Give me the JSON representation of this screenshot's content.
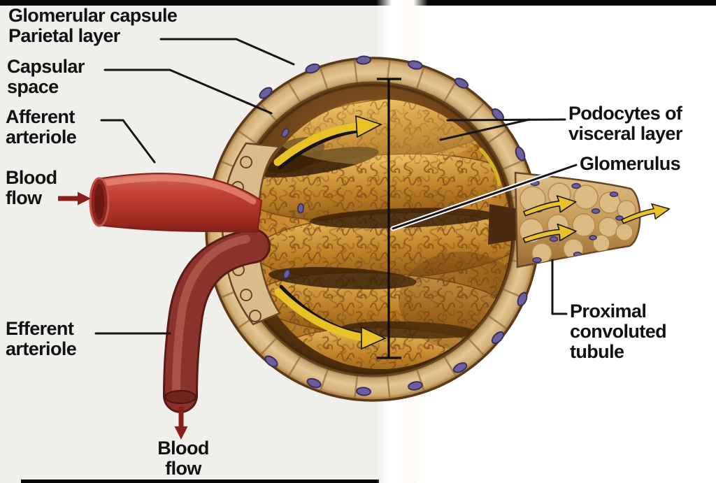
{
  "figure": {
    "subject": "Renal corpuscle (glomerular capsule) anatomy diagram",
    "type": "anatomical-diagram"
  },
  "labels": {
    "glomerular_capsule": {
      "line1": "Glomerular capsule",
      "line2": "Parietal layer"
    },
    "capsular_space": {
      "line1": "Capsular",
      "line2": "space"
    },
    "afferent_arteriole": {
      "line1": "Afferent",
      "line2": "arteriole"
    },
    "blood_flow_in": {
      "line1": "Blood",
      "line2": "flow"
    },
    "efferent_arteriole": {
      "line1": "Efferent",
      "line2": "arteriole"
    },
    "blood_flow_out": {
      "line1": "Blood",
      "line2": "flow"
    },
    "podocytes": {
      "line1": "Podocytes of",
      "line2": "visceral layer"
    },
    "glomerulus": {
      "line1": "Glomerulus"
    },
    "proximal_tubule": {
      "line1": "Proximal",
      "line2": "convoluted",
      "line3": "tubule"
    }
  },
  "colors": {
    "background_left": "#f1efec",
    "background_right": "#ffffff",
    "frame_bar": "#050505",
    "capsule_ring": "#d8ba85",
    "capsule_ring_outline": "#5d3a17",
    "capsular_space_dark": "#46290f",
    "glomerulus_gold": "#cf9035",
    "glomerulus_texture": "#7c4a14",
    "afferent_red": "#b5352c",
    "efferent_maroon": "#8a332c",
    "blood_flow_arrow": "#8c1d1d",
    "filtrate_arrow_yellow": "#e8c227",
    "nucleus_purple": "#6c5f9e",
    "label_text": "#121212"
  }
}
